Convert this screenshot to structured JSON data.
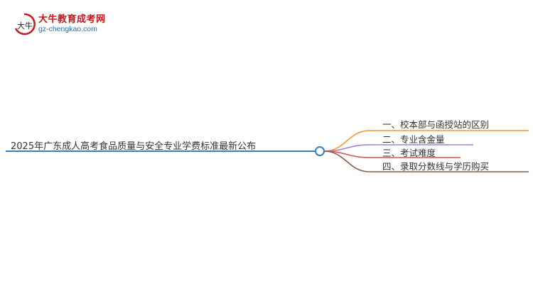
{
  "logo": {
    "title": "大牛教育成考网",
    "url": "gz-chengkao.com",
    "mark_text": "大牛"
  },
  "mindmap": {
    "root": "2025年广东成人高考食品质量与安全专业学费标准最新公布",
    "branches": [
      {
        "label": "一、校本部与函授站的区别",
        "color": "#f39a32"
      },
      {
        "label": "二、专业含金量",
        "color": "#a57fd9"
      },
      {
        "label": "三、考试难度",
        "color": "#d9534f"
      },
      {
        "label": "四、录取分数线与学历购买",
        "color": "#8c5a4a"
      }
    ],
    "root_line_color": "#3a7fc4"
  }
}
